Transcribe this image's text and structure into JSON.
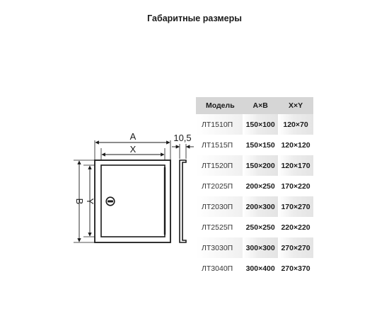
{
  "title": "Габаритные размеры",
  "drawing": {
    "dim_a": "A",
    "dim_x": "X",
    "dim_b": "B",
    "dim_y": "Y",
    "dim_thickness": "10,5"
  },
  "table": {
    "headers": [
      "Модель",
      "A×B",
      "X×Y"
    ],
    "rows": [
      {
        "model": "ЛТ1510П",
        "ab": "150×100",
        "xy": "120×70"
      },
      {
        "model": "ЛТ1515П",
        "ab": "150×150",
        "xy": "120×120"
      },
      {
        "model": "ЛТ1520П",
        "ab": "150×200",
        "xy": "120×170"
      },
      {
        "model": "ЛТ2025П",
        "ab": "200×250",
        "xy": "170×220"
      },
      {
        "model": "ЛТ2030П",
        "ab": "200×300",
        "xy": "170×270"
      },
      {
        "model": "ЛТ2525П",
        "ab": "250×250",
        "xy": "220×220"
      },
      {
        "model": "ЛТ3030П",
        "ab": "300×300",
        "xy": "270×270"
      },
      {
        "model": "ЛТ3040П",
        "ab": "300×400",
        "xy": "270×370"
      }
    ]
  }
}
